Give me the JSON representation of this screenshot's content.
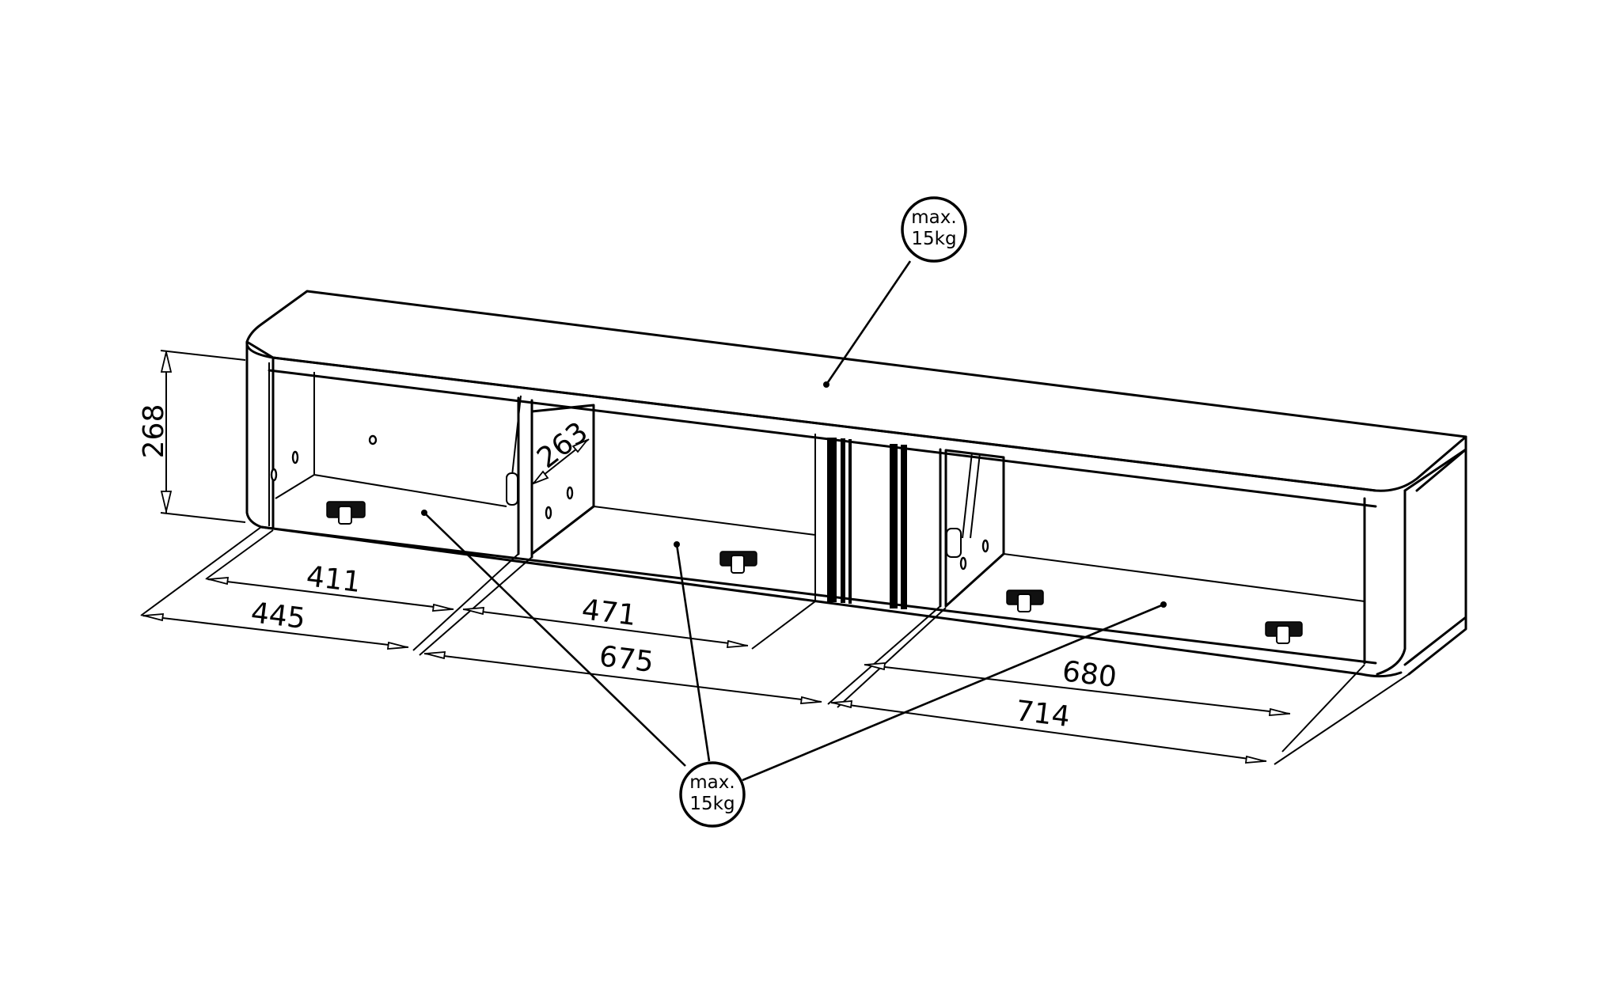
{
  "diagram": {
    "title": "Wall-mounted TV cabinet with three flap-door compartments",
    "load_badges": [
      {
        "id": "top",
        "line1": "max.",
        "line2": "15kg",
        "applies_to": "top surface"
      },
      {
        "id": "shelves",
        "line1": "max.",
        "line2": "15kg",
        "applies_to": "compartment bottoms"
      }
    ],
    "dimensions": {
      "height": "268",
      "depth": "263",
      "left_inner": "411",
      "left_outer": "445",
      "middle_inner": "471",
      "middle_outer": "675",
      "right_inner": "680",
      "right_outer": "714"
    },
    "units": "mm"
  }
}
